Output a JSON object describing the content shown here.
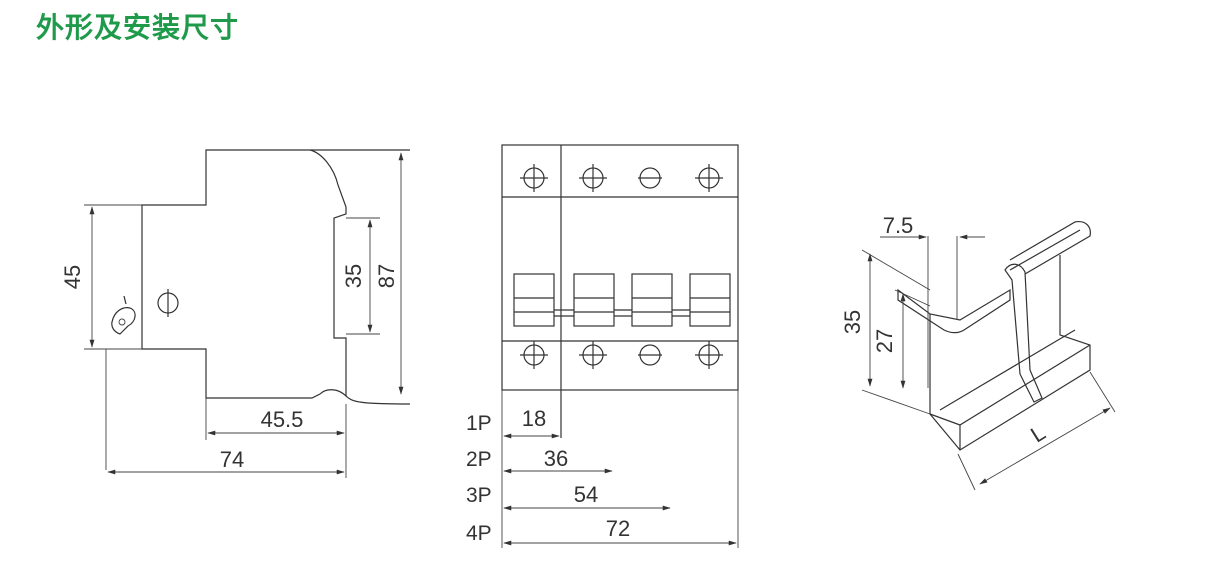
{
  "title": "外形及安装尺寸",
  "colors": {
    "title": "#1e9a4a",
    "line": "#333333"
  },
  "side_view": {
    "dim_45": "45",
    "dim_35": "35",
    "dim_87": "87",
    "dim_45_5": "45.5",
    "dim_74": "74"
  },
  "front_view": {
    "poles": [
      {
        "label": "1P",
        "width": "18"
      },
      {
        "label": "2P",
        "width": "36"
      },
      {
        "label": "3P",
        "width": "54"
      },
      {
        "label": "4P",
        "width": "72"
      }
    ]
  },
  "rail_view": {
    "dim_7_5": "7.5",
    "dim_35": "35",
    "dim_27": "27",
    "dim_L": "L"
  }
}
